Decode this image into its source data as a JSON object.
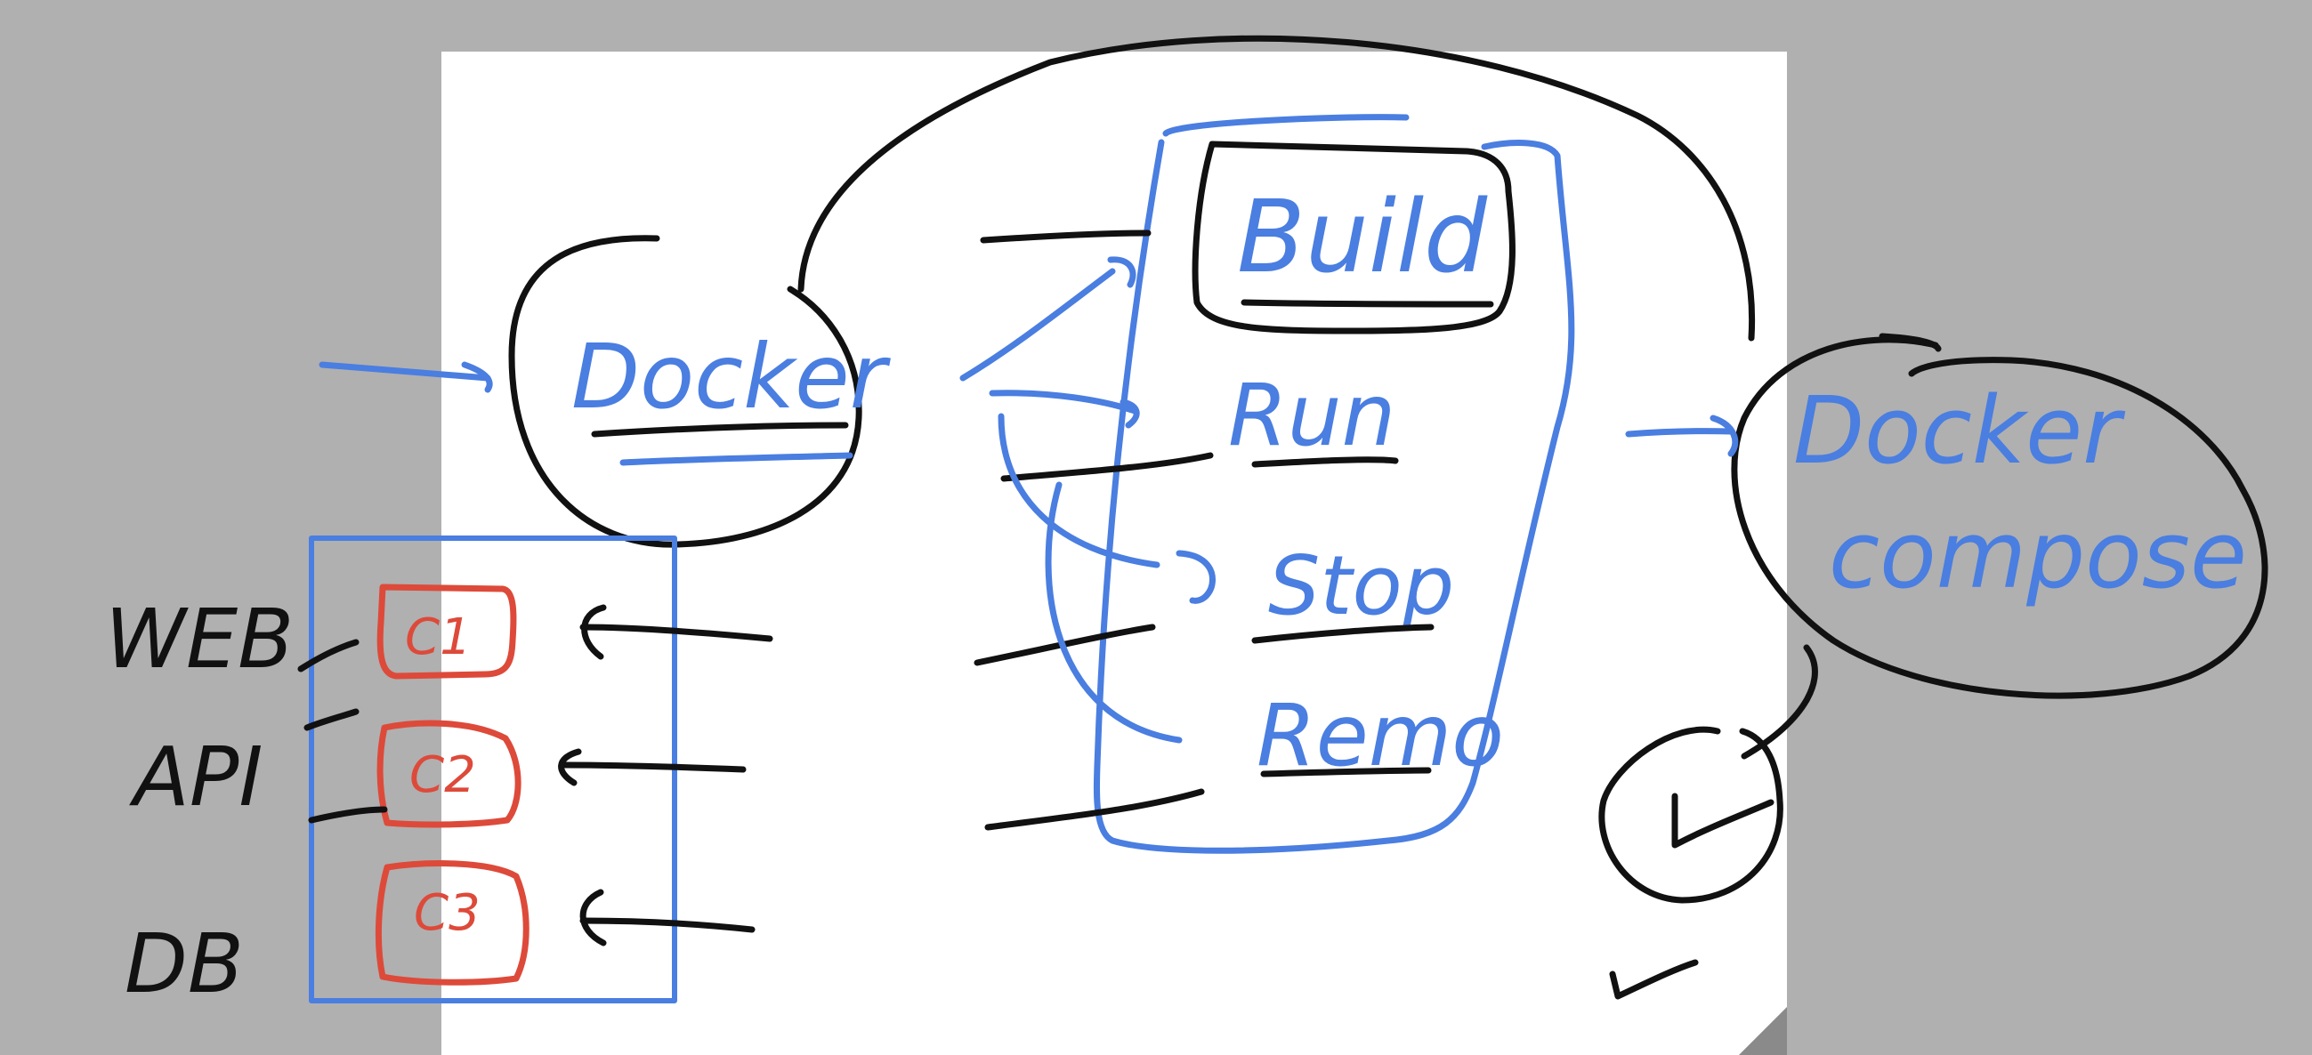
{
  "colors": {
    "background": "#b0b0b0",
    "page": "#ffffff",
    "ink_black": "#111111",
    "ink_blue": "#4a7ee0",
    "ink_red": "#dd4a3a"
  },
  "labels": {
    "docker": "Docker",
    "build": "Build",
    "run": "Run",
    "stop": "Stop",
    "remove": "Remo",
    "docker_compose_line1": "Docker",
    "docker_compose_line2": "compose",
    "web": "WEB",
    "api": "API",
    "db": "DB",
    "c1": "C1",
    "c2": "C2",
    "c3": "C3"
  }
}
